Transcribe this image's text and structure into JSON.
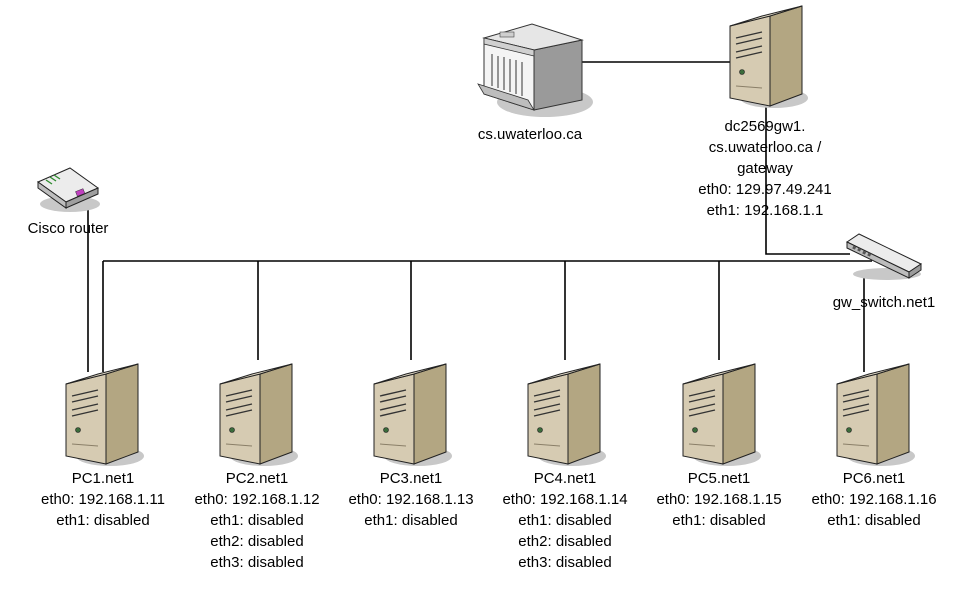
{
  "colors": {
    "wire": "#000000",
    "server_body": "#d6cbb2",
    "server_side": "#b3a682",
    "shadow": "#c8c8c8",
    "background": "#ffffff"
  },
  "nodes": {
    "cs_host": {
      "icon": "mainframe-icon",
      "lines": [
        "cs.uwaterloo.ca"
      ]
    },
    "gateway": {
      "icon": "server-tower-icon",
      "lines": [
        "dc2569gw1.",
        "cs.uwaterloo.ca /",
        "gateway",
        "eth0: 129.97.49.241",
        "eth1: 192.168.1.1"
      ]
    },
    "router": {
      "icon": "router-icon",
      "lines": [
        "Cisco router"
      ]
    },
    "switch": {
      "icon": "switch-icon",
      "lines": [
        "gw_switch.net1"
      ]
    },
    "pcs": [
      {
        "icon": "server-tower-icon",
        "lines": [
          "PC1.net1",
          "eth0: 192.168.1.11",
          "eth1: disabled"
        ]
      },
      {
        "icon": "server-tower-icon",
        "lines": [
          "PC2.net1",
          "eth0: 192.168.1.12",
          "eth1: disabled",
          "eth2: disabled",
          "eth3: disabled"
        ]
      },
      {
        "icon": "server-tower-icon",
        "lines": [
          "PC3.net1",
          "eth0: 192.168.1.13",
          "eth1: disabled"
        ]
      },
      {
        "icon": "server-tower-icon",
        "lines": [
          "PC4.net1",
          "eth0: 192.168.1.14",
          "eth1: disabled",
          "eth2: disabled",
          "eth3: disabled"
        ]
      },
      {
        "icon": "server-tower-icon",
        "lines": [
          "PC5.net1",
          "eth0: 192.168.1.15",
          "eth1: disabled"
        ]
      },
      {
        "icon": "server-tower-icon",
        "lines": [
          "PC6.net1",
          "eth0: 192.168.1.16",
          "eth1: disabled"
        ]
      }
    ]
  }
}
